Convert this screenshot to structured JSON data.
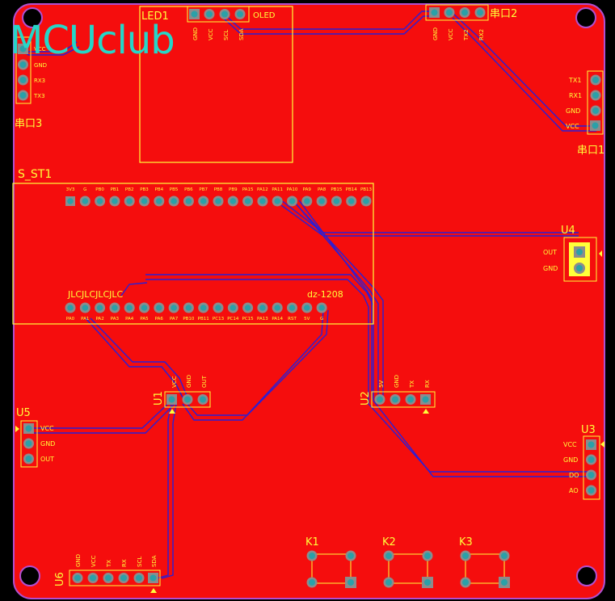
{
  "logo": "MCUclub",
  "colors": {
    "board": "#f50d0d",
    "silk": "#ffff3a",
    "trace": "#2a1fd6",
    "pad": "#8c8c8c",
    "hole": "#2aa0a8",
    "logo": "#25d6c8",
    "edge": "#b14fd0"
  },
  "components": {
    "led1": {
      "ref": "LED1",
      "name": "OLED",
      "pins": [
        "GND",
        "VCC",
        "SCL",
        "SDA"
      ]
    },
    "uart2": {
      "ref": "串口2",
      "pins": [
        "GND",
        "VCC",
        "TX2",
        "RX2"
      ]
    },
    "uart3": {
      "ref": "串口3",
      "pins": [
        "VCC",
        "GND",
        "RX3",
        "TX3"
      ]
    },
    "uart1": {
      "ref": "串口1",
      "pins": [
        "TX1",
        "RX1",
        "GND",
        "VCC"
      ]
    },
    "s_st1": {
      "ref": "S_ST1",
      "silk_left": "JLCJLCJLCJLC",
      "silk_right": "dz-1208",
      "top_pins": [
        "3V3",
        "G",
        "PB0",
        "PB1",
        "PB2",
        "PB3",
        "PB4",
        "PB5",
        "PB6",
        "PB7",
        "PB8",
        "PB9",
        "PA15",
        "PA12",
        "PA11",
        "PA10",
        "PA9",
        "PA8",
        "PB15",
        "PB14",
        "PB13"
      ],
      "bottom_pins": [
        "PA0",
        "PA1",
        "PA2",
        "PA3",
        "PA4",
        "PA5",
        "PA6",
        "PA7",
        "PB10",
        "PB11",
        "PC13",
        "PC14",
        "PC15",
        "PA13",
        "PA14",
        "RST",
        "5V",
        "G"
      ]
    },
    "u4": {
      "ref": "U4",
      "pins": [
        "OUT",
        "GND"
      ]
    },
    "u1": {
      "ref": "U1",
      "pins": [
        "VCC",
        "GND",
        "OUT"
      ]
    },
    "u2": {
      "ref": "U2",
      "pins": [
        "5V",
        "GND",
        "TX",
        "RX"
      ]
    },
    "u5": {
      "ref": "U5",
      "pins": [
        "VCC",
        "GND",
        "OUT"
      ]
    },
    "u3": {
      "ref": "U3",
      "pins": [
        "VCC",
        "GND",
        "DO",
        "AO"
      ]
    },
    "u6": {
      "ref": "U6",
      "pins": [
        "GND",
        "VCC",
        "TX",
        "RX",
        "SCL",
        "SDA"
      ]
    },
    "k1": {
      "ref": "K1"
    },
    "k2": {
      "ref": "K2"
    },
    "k3": {
      "ref": "K3"
    }
  }
}
